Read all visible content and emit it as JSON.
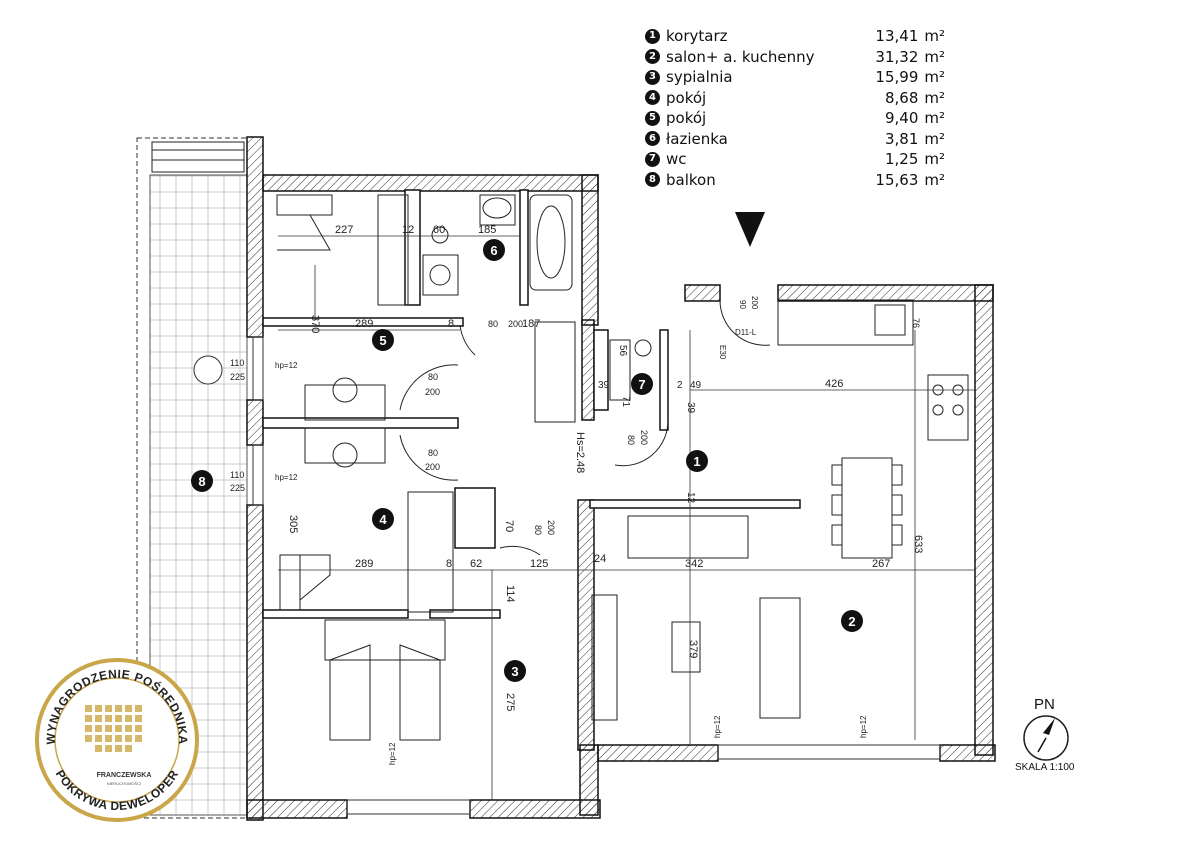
{
  "legend": [
    {
      "num": "1",
      "name": "korytarz",
      "area": "13,41",
      "unit": "m²"
    },
    {
      "num": "2",
      "name": "salon+ a. kuchenny",
      "area": "31,32",
      "unit": "m²"
    },
    {
      "num": "3",
      "name": "sypialnia",
      "area": "15,99",
      "unit": "m²"
    },
    {
      "num": "4",
      "name": "pokój",
      "area": "8,68",
      "unit": "m²"
    },
    {
      "num": "5",
      "name": "pokój",
      "area": "9,40",
      "unit": "m²"
    },
    {
      "num": "6",
      "name": "łazienka",
      "area": "3,81",
      "unit": "m²"
    },
    {
      "num": "7",
      "name": "wc",
      "area": "1,25",
      "unit": "m²"
    },
    {
      "num": "8",
      "name": "balkon",
      "area": "15,63",
      "unit": "m²"
    }
  ],
  "compass": {
    "label": "PN"
  },
  "scale": {
    "label": "SKALA 1:100"
  },
  "badge": {
    "top_text": "WYNAGRODZENIE POŚREDNIKA",
    "bottom_text": "POKRYWA DEWELOPER",
    "brand": "FRANCZEWSKA",
    "brand_sub": "NIERUCHOMOŚCI",
    "color": "#c9a64a"
  },
  "room_markers": [
    "1",
    "2",
    "3",
    "4",
    "5",
    "6",
    "7",
    "8"
  ],
  "dimensions": {
    "d227": "227",
    "d12": "12",
    "d60": "60",
    "d185": "185",
    "d370": "370",
    "d289a": "289",
    "d8a": "8",
    "d80a": "80",
    "d200a": "200",
    "d187": "187",
    "d110a": "110",
    "d225a": "225",
    "hp12a": "hp=12",
    "d110b": "110",
    "d225b": "225",
    "hp12b": "hp=12",
    "d80b": "80",
    "d200b": "200",
    "d80c": "80",
    "d200c": "200",
    "d305": "305",
    "d289b": "289",
    "d8b": "8",
    "d62": "62",
    "d125": "125",
    "d24": "24",
    "d70": "70",
    "d80d": "80",
    "d200d": "200",
    "d114": "114",
    "d275": "275",
    "hs": "Hs=2.48",
    "d56": "56",
    "d39a": "39",
    "d71": "71",
    "d2": "2",
    "d49": "49",
    "d39b": "39",
    "d80e": "80",
    "d200e": "200",
    "d426": "426",
    "d12b": "12",
    "d342": "342",
    "d267": "267",
    "d633": "633",
    "d379": "379",
    "d90": "90",
    "d200f": "200",
    "d11": "D11-L",
    "d76": "76",
    "d30": "E30",
    "hp12c": "hp=12",
    "hp12d": "hp=12",
    "hp12e": "hp=12"
  }
}
